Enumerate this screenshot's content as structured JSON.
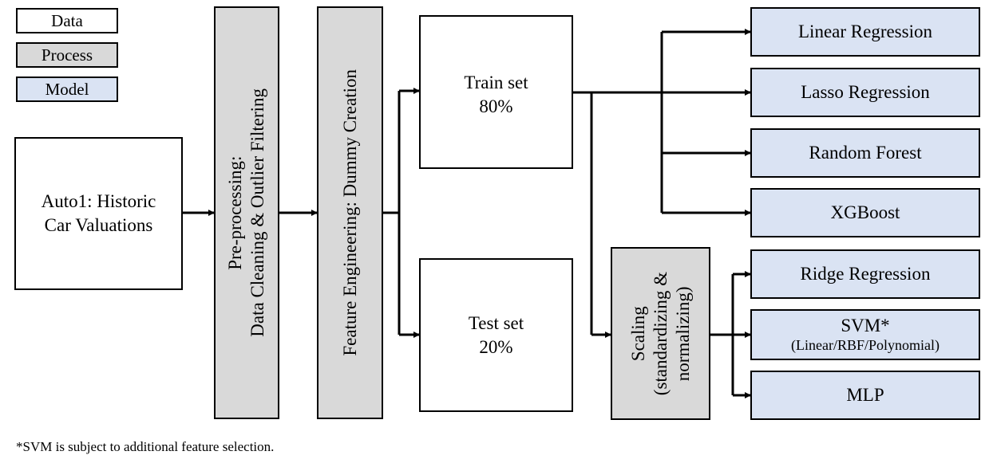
{
  "legend": {
    "data": "Data",
    "process": "Process",
    "model": "Model"
  },
  "source": {
    "line1": "Auto1: Historic",
    "line2": "Car Valuations"
  },
  "preprocessing": {
    "line1": "Pre-processing:",
    "line2": "Data Cleaning & Outlier Filtering"
  },
  "feature_engineering": {
    "label": "Feature Engineering: Dummy Creation"
  },
  "train_set": {
    "name": "Train set",
    "pct": "80%"
  },
  "test_set": {
    "name": "Test set",
    "pct": "20%"
  },
  "scaling": {
    "line1": "Scaling",
    "line2": "(standardizing &",
    "line3": "normalizing)"
  },
  "models": {
    "linear": "Linear Regression",
    "lasso": "Lasso Regression",
    "rf": "Random Forest",
    "xgb": "XGBoost",
    "ridge": "Ridge Regression",
    "svm": "SVM*",
    "svm_sub": "(Linear/RBF/Polynomial)",
    "mlp": "MLP"
  },
  "footnote": "*SVM is subject to additional feature selection.",
  "colors": {
    "data": "#ffffff",
    "process": "#d9d9d9",
    "model": "#dae3f3"
  }
}
